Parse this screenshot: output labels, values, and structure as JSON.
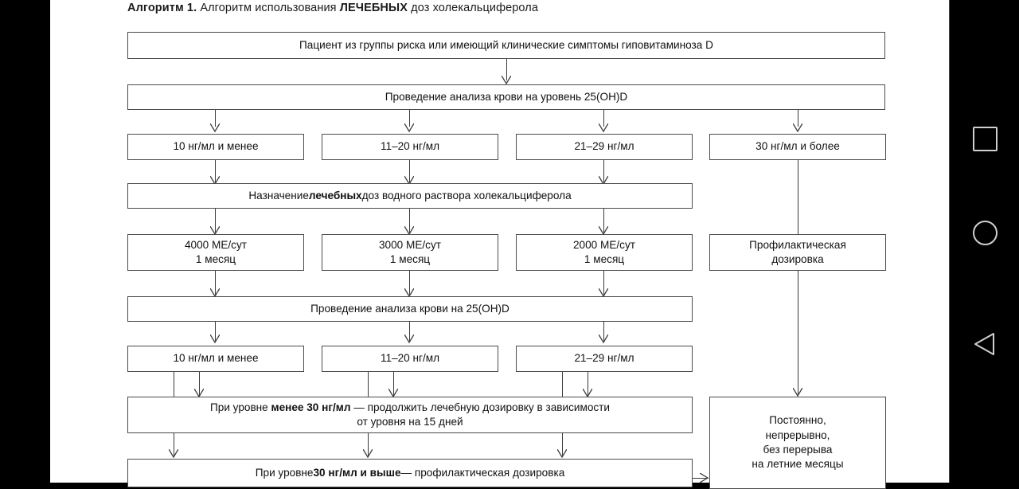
{
  "system": {
    "nav": {
      "recents_label": "recents",
      "home_label": "home",
      "back_label": "back"
    }
  },
  "document": {
    "title_prefix": "Алгоритм 1.",
    "title_rest": " Алгоритм использования ",
    "title_bold": "ЛЕЧЕБНЫХ",
    "title_tail": " доз холекальциферола"
  },
  "flowchart": {
    "type": "flowchart",
    "nodes": {
      "patient": "Пациент из группы риска или имеющий клинические симптомы гиповитаминоза D",
      "test1": "Проведение анализа крови на уровень 25(OH)D",
      "level_a1": "10 нг/мл и менее",
      "level_a2": "11–20 нг/мл",
      "level_a3": "21–29 нг/мл",
      "level_a4": "30 нг/мл и более",
      "prescribe_pre": "Назначение ",
      "prescribe_bold": "лечебных",
      "prescribe_post": " доз водного раствора холекальциферола",
      "dose1_l1": "4000 МЕ/сут",
      "dose1_l2": "1 месяц",
      "dose2_l1": "3000 МЕ/сут",
      "dose2_l2": "1 месяц",
      "dose3_l1": "2000 МЕ/сут",
      "dose3_l2": "1 месяц",
      "prophy_l1": "Профилактическая",
      "prophy_l2": "дозировка",
      "test2": "Проведение анализа крови на 25(OH)D",
      "level_b1": "10 нг/мл и менее",
      "level_b2": "11–20 нг/мл",
      "level_b3": "21–29 нг/мл",
      "below30_pre": "При уровне ",
      "below30_bold": "менее 30 нг/мл",
      "below30_post": " — продолжить лечебную дозировку в зависимости",
      "below30_l2": "от уровня на 15 дней",
      "above30_pre": "При уровне ",
      "above30_bold": "30 нг/мл и выше",
      "above30_post": " — профилактическая дозировка",
      "permanent_l1": "Постоянно,",
      "permanent_l2": "непрерывно,",
      "permanent_l3": "без перерыва",
      "permanent_l4": "на летние месяцы"
    }
  }
}
